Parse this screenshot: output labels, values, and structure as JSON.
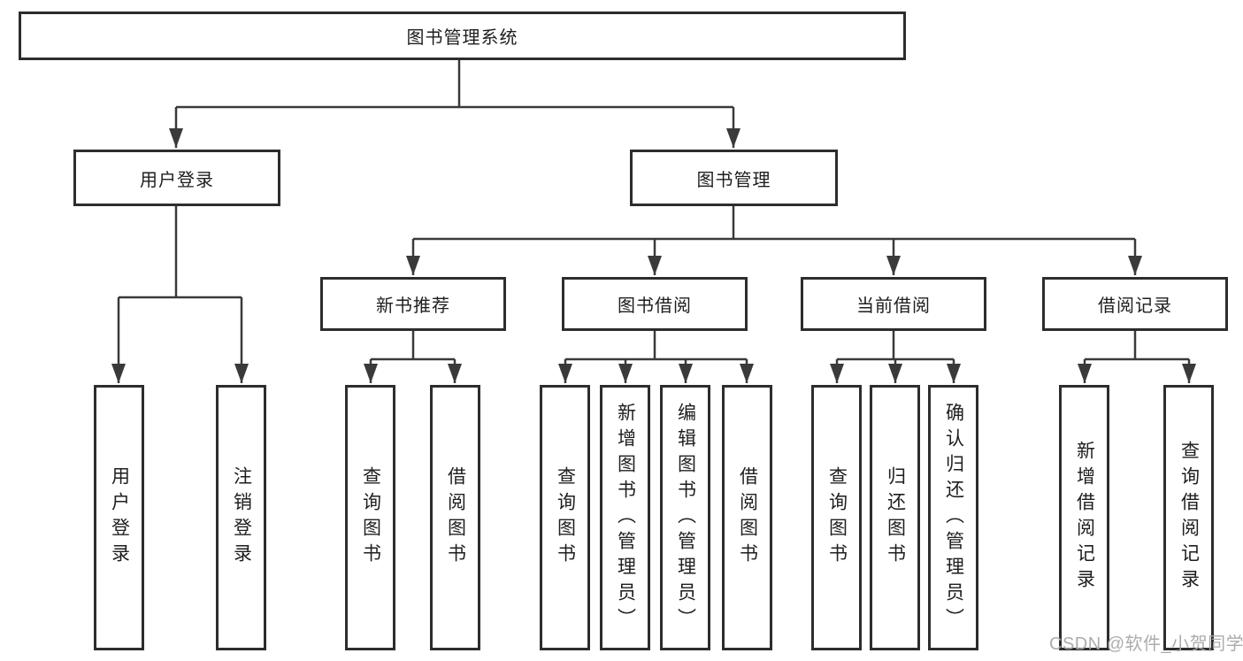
{
  "root": {
    "label": "图书管理系统"
  },
  "level2": [
    {
      "label": "用户登录"
    },
    {
      "label": "图书管理"
    }
  ],
  "level3": [
    {
      "label": "新书推荐"
    },
    {
      "label": "图书借阅"
    },
    {
      "label": "当前借阅"
    },
    {
      "label": "借阅记录"
    }
  ],
  "leaves": {
    "user_login": [
      "用户登录",
      "注销登录"
    ],
    "new_book_rec": [
      "查询图书",
      "借阅图书"
    ],
    "book_borrow": [
      "查询图书",
      "新增图书（管理员）",
      "编辑图书（管理员）",
      "借阅图书"
    ],
    "current_borrow": [
      "查询图书",
      "归还图书",
      "确认归还（管理员）"
    ],
    "borrow_record": [
      "新增借阅记录",
      "查询借阅记录"
    ]
  },
  "watermark": "CSDN @软件_小贺同学",
  "colors": {
    "background": "#ffffff",
    "box_border": "#2d2d2d",
    "line": "#3a3a3a",
    "text": "#1e1e1e",
    "watermark": "#a8a8a8"
  }
}
